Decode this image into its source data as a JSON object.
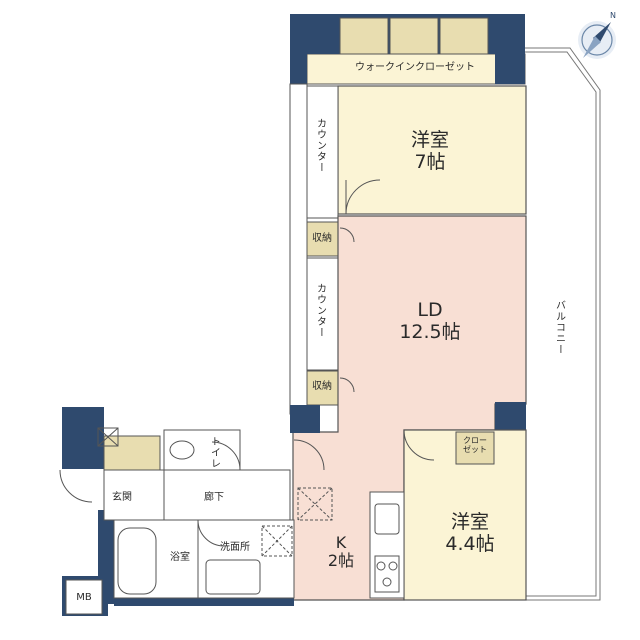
{
  "rooms": {
    "western_7": {
      "name": "洋室",
      "size": "7帖"
    },
    "ld": {
      "name": "LD",
      "size": "12.5帖"
    },
    "western_44": {
      "name": "洋室",
      "size": "4.4帖"
    },
    "kitchen": {
      "name": "K",
      "size": "2帖"
    },
    "bath": {
      "name": "浴室"
    },
    "washroom": {
      "name": "洗面所"
    },
    "entrance": {
      "name": "玄関"
    },
    "hallway": {
      "name": "廊下"
    },
    "toilet": {
      "name": "トイレ"
    }
  },
  "labels": {
    "walkin_closet": "ウォークインクローゼット",
    "counter_upper": "カウンター",
    "counter_lower": "カウンター",
    "storage_upper": "収納",
    "storage_lower": "収納",
    "closet": "クロー\nゼット",
    "balcony": "バルコニー",
    "mb": "MB"
  },
  "colors": {
    "wall": "#2f4a6e",
    "cream": "#fbf4d5",
    "ld_floor": "#f8dfd4",
    "storage": "#e8ddb0",
    "line": "#555555"
  }
}
